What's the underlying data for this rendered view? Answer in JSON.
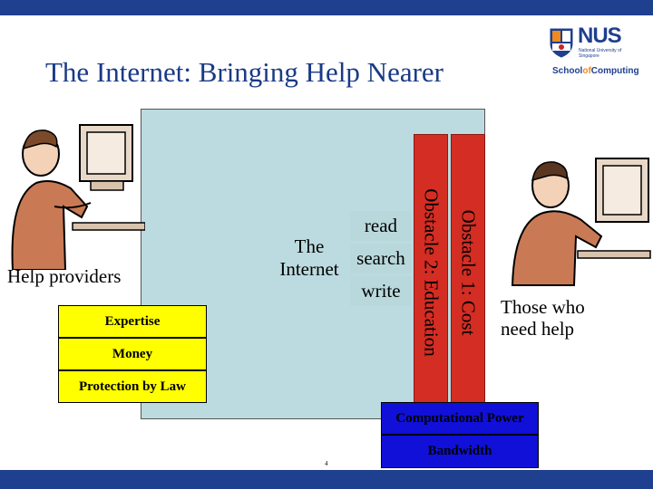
{
  "slide": {
    "title": "The Internet: Bringing Help Nearer",
    "page_mark": "4"
  },
  "logo": {
    "name": "NUS",
    "subtitle": "National University of Singapore",
    "school_prefix": "School",
    "school_of": "of",
    "school_suffix": "Computing"
  },
  "diagram": {
    "internet_label": "The Internet",
    "operations": [
      "read",
      "search",
      "write"
    ],
    "obstacle_1": "Obstacle 1: Cost",
    "obstacle_2": "Obstacle 2: Education",
    "left_label": "Help providers",
    "right_label": "Those who need help",
    "yellow_boxes": [
      "Expertise",
      "Money",
      "Protection by Law"
    ],
    "blue_boxes": [
      "Computational Power",
      "Bandwidth"
    ]
  },
  "colors": {
    "brand_blue": "#1f3f8f",
    "panel": "#bcdbe0",
    "obstacle_red": "#d42d23",
    "box_yellow": "#ffff00",
    "box_blue": "#1010d8",
    "logo_orange": "#f08a1c"
  }
}
